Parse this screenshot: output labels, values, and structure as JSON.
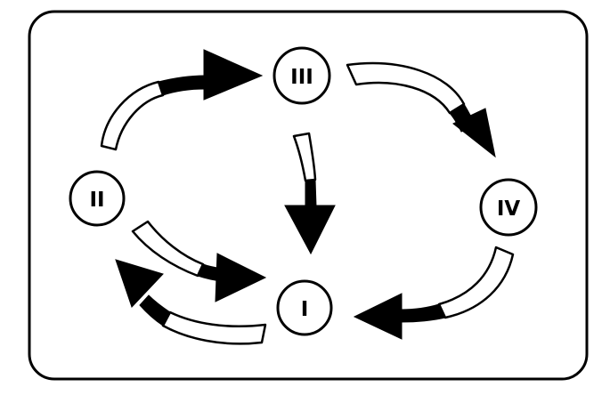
{
  "diagram": {
    "colors": {
      "stroke": "#000000",
      "fill": "#ffffff",
      "arrow_head": "#000000"
    },
    "nodes": [
      {
        "id": "I",
        "label": "I"
      },
      {
        "id": "II",
        "label": "II"
      },
      {
        "id": "III",
        "label": "III"
      },
      {
        "id": "IV",
        "label": "IV"
      }
    ],
    "edges": [
      {
        "from": "II",
        "to": "III"
      },
      {
        "from": "III",
        "to": "IV"
      },
      {
        "from": "III",
        "to": "I"
      },
      {
        "from": "IV",
        "to": "I"
      },
      {
        "from": "II",
        "to": "I"
      },
      {
        "from": "I",
        "to": "II"
      }
    ]
  }
}
